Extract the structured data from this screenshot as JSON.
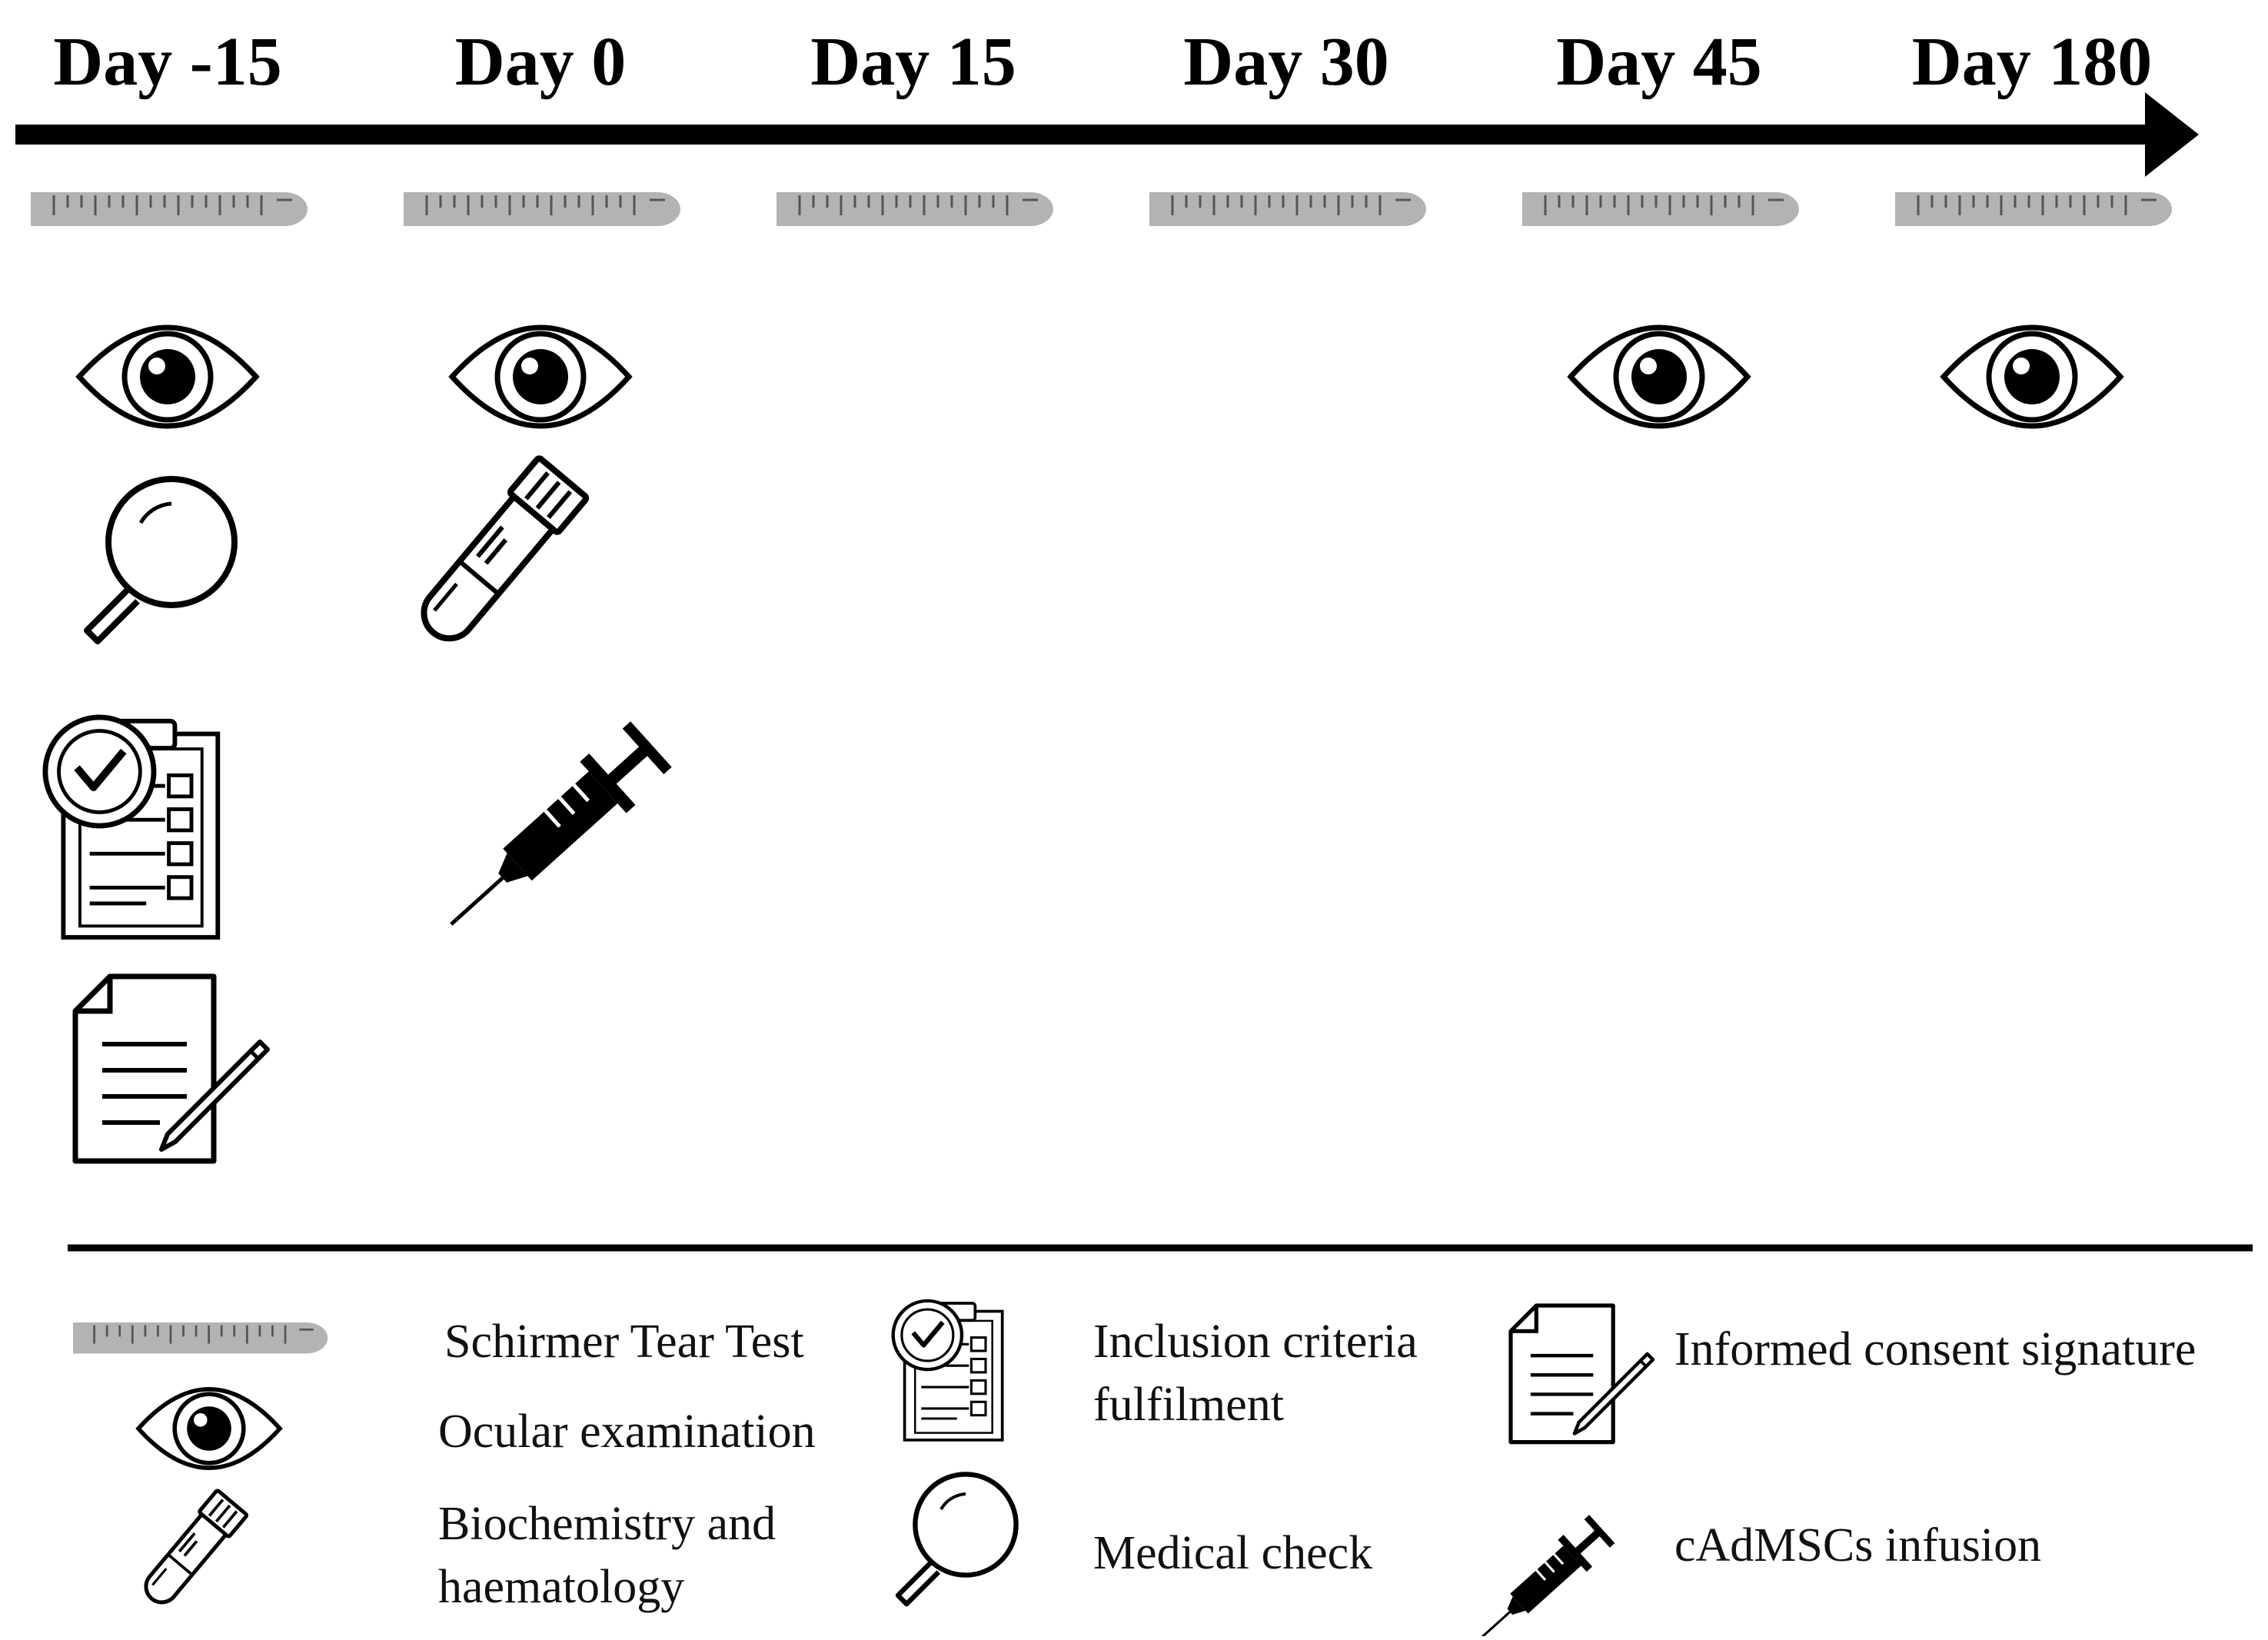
{
  "timeline": {
    "days": [
      {
        "label": "Day -15",
        "icons": [
          "strip",
          "eye",
          "magnifier",
          "clipboard",
          "document"
        ]
      },
      {
        "label": "Day 0",
        "icons": [
          "strip",
          "eye",
          "tube",
          "syringe"
        ]
      },
      {
        "label": "Day 15",
        "icons": [
          "strip"
        ]
      },
      {
        "label": "Day 30",
        "icons": [
          "strip"
        ]
      },
      {
        "label": "Day 45",
        "icons": [
          "strip",
          "eye"
        ]
      },
      {
        "label": "Day 180",
        "icons": [
          "strip",
          "eye"
        ]
      }
    ]
  },
  "legend": {
    "items": [
      {
        "icon": "strip",
        "lines": [
          "Schirmer Tear Test"
        ]
      },
      {
        "icon": "eye",
        "lines": [
          "Ocular examination"
        ]
      },
      {
        "icon": "tube",
        "lines": [
          "Biochemistry and",
          "haematology"
        ]
      },
      {
        "icon": "clipboard",
        "lines": [
          "Inclusion criteria",
          "fulfilment"
        ]
      },
      {
        "icon": "magnifier",
        "lines": [
          "Medical check"
        ]
      },
      {
        "icon": "document",
        "lines": [
          "Informed consent signature"
        ]
      },
      {
        "icon": "syringe",
        "lines": [
          "cAdMSCs infusion"
        ]
      }
    ]
  },
  "colors": {
    "ink": "#000000",
    "strip_fill": "#b3b3b3",
    "strip_tick": "#555555"
  }
}
